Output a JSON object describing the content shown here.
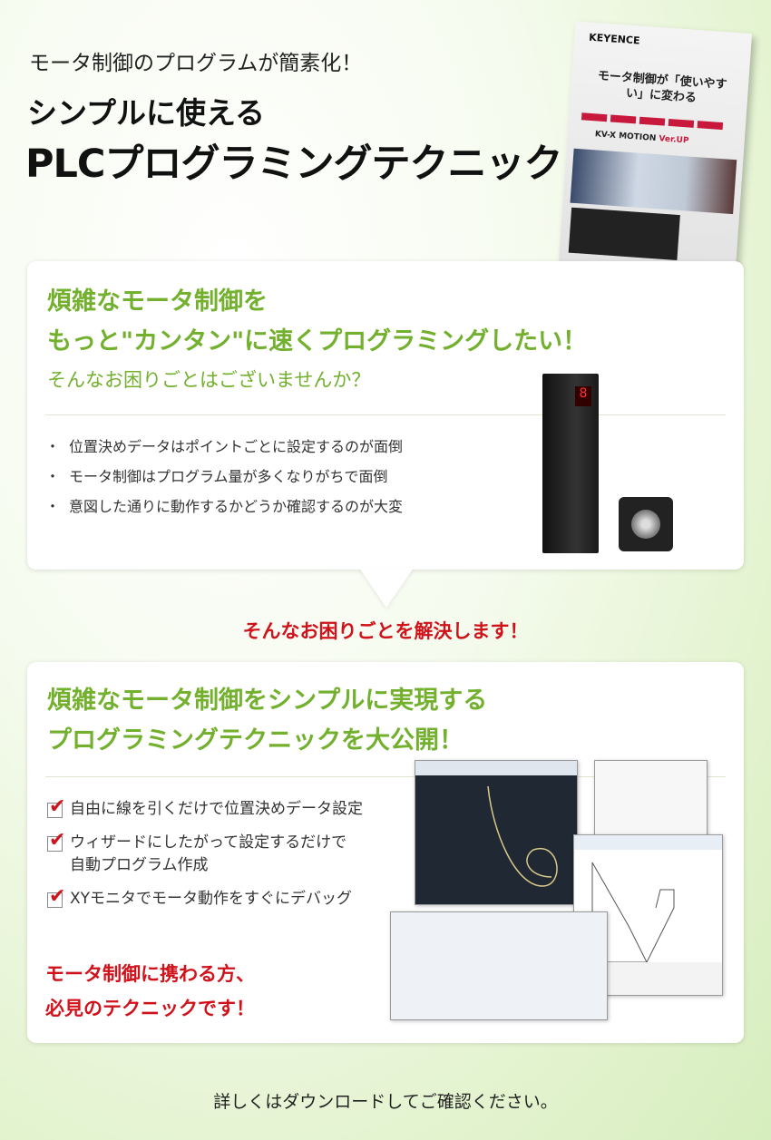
{
  "header": {
    "tagline": "モータ制御のプログラムが簡素化！",
    "title_line1": "シンプルに使える",
    "title_line2": "PLCプログラミングテクニック"
  },
  "booklet": {
    "brand": "KEYENCE",
    "title": "モータ制御が「使いやすい」に変わる",
    "product": "KV-X MOTION",
    "badge": "Ver.UP"
  },
  "problem": {
    "heading_line1": "煩雑なモータ制御を",
    "heading_line2": "もっと\"カンタン\"に速くプログラミングしたい！",
    "subheading": "そんなお困りごとはございませんか？",
    "bullets": [
      "位置決めデータはポイントごとに設定するのが面倒",
      "モータ制御はプログラム量が多くなりがちで面倒",
      "意図した通りに動作するかどうか確認するのが大変"
    ],
    "servo_display": "8"
  },
  "transition": "そんなお困りごとを解決します！",
  "solution": {
    "heading_line1": "煩雑なモータ制御をシンプルに実現する",
    "heading_line2": "プログラミングテクニックを大公開！",
    "checks": [
      {
        "line1": "自由に線を引くだけで位置決めデータ設定"
      },
      {
        "line1": "ウィザードにしたがって設定するだけで",
        "line2": "自動プログラム作成"
      },
      {
        "line1": "XYモニタでモータ動作をすぐにデバッグ"
      }
    ],
    "callout_line1": "モータ制御に携わる方、",
    "callout_line2": "必見のテクニックです！"
  },
  "footer": "詳しくはダウンロードしてご確認ください。",
  "colors": {
    "green": "#72b02e",
    "red": "#d0121b"
  }
}
